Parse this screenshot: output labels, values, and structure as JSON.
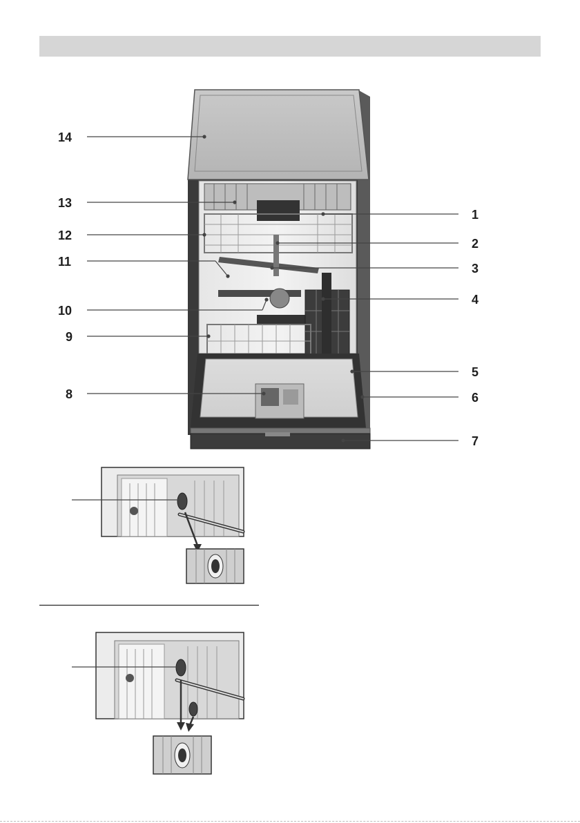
{
  "header": {
    "title": ""
  },
  "colors": {
    "header_bar": "#d6d6d6",
    "callout_text": "#1e1e1e",
    "leader_line": "#444444"
  },
  "diagram": {
    "callouts_left": [
      {
        "id": "14",
        "label": "14"
      },
      {
        "id": "13",
        "label": "13"
      },
      {
        "id": "12",
        "label": "12"
      },
      {
        "id": "11",
        "label": "11"
      },
      {
        "id": "10",
        "label": "10"
      },
      {
        "id": "9",
        "label": "9"
      },
      {
        "id": "8",
        "label": "8"
      }
    ],
    "callouts_right": [
      {
        "id": "1",
        "label": "1"
      },
      {
        "id": "2",
        "label": "2"
      },
      {
        "id": "3",
        "label": "3"
      },
      {
        "id": "4",
        "label": "4"
      },
      {
        "id": "5",
        "label": "5"
      },
      {
        "id": "6",
        "label": "6"
      },
      {
        "id": "7",
        "label": "7"
      }
    ]
  }
}
